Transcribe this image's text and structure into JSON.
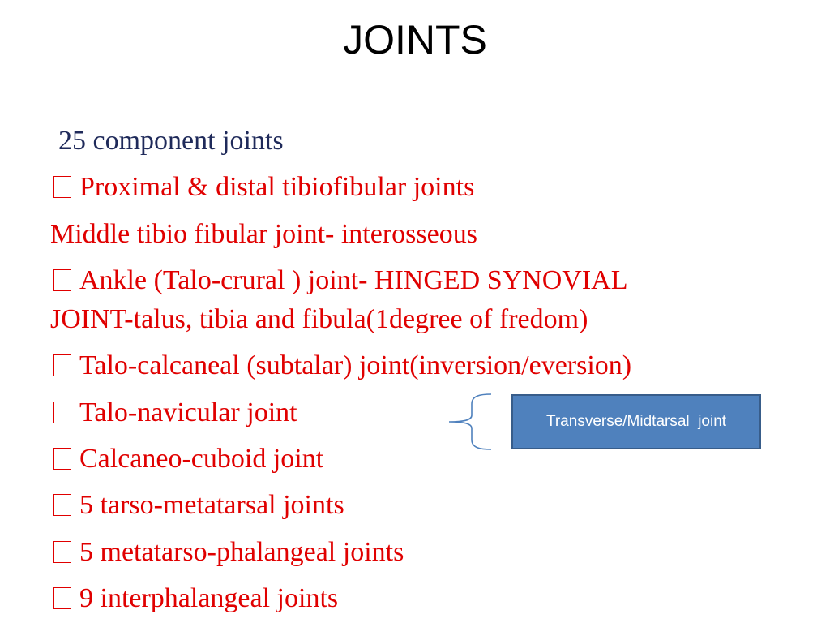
{
  "slide": {
    "title": "JOINTS",
    "lines": [
      {
        "text": "25 component joints",
        "bullet": false
      },
      {
        "text": "Proximal & distal tibiofibular joints",
        "bullet": true
      },
      {
        "text": "Middle tibio fibular joint- interosseous",
        "bullet": false
      },
      {
        "text": "Ankle (Talo-crural ) joint- HINGED SYNOVIAL",
        "bullet": true
      },
      {
        "text": "JOINT-talus, tibia and fibula(1degree of fredom)",
        "bullet": false
      },
      {
        "text": "Talo-calcaneal (subtalar) joint(inversion/eversion)",
        "bullet": true
      },
      {
        "text": "Talo-navicular joint",
        "bullet": true
      },
      {
        "text": "Calcaneo-cuboid joint",
        "bullet": true
      },
      {
        "text": "5 tarso-metatarsal joints",
        "bullet": true
      },
      {
        "text": "5 metatarso-phalangeal joints",
        "bullet": true
      },
      {
        "text": "9 interphalangeal joints",
        "bullet": true
      }
    ],
    "callout": {
      "label": "Transverse/Midtarsal  joint"
    }
  },
  "colors": {
    "heading_line": "#1f2a5a",
    "body_text": "#e00000",
    "callout_fill": "#4f81bd",
    "callout_border": "#385d8a",
    "brace": "#4f81bd"
  },
  "icons": {
    "bullet": "bullet-box-icon",
    "brace": "left-curly-brace-icon"
  }
}
